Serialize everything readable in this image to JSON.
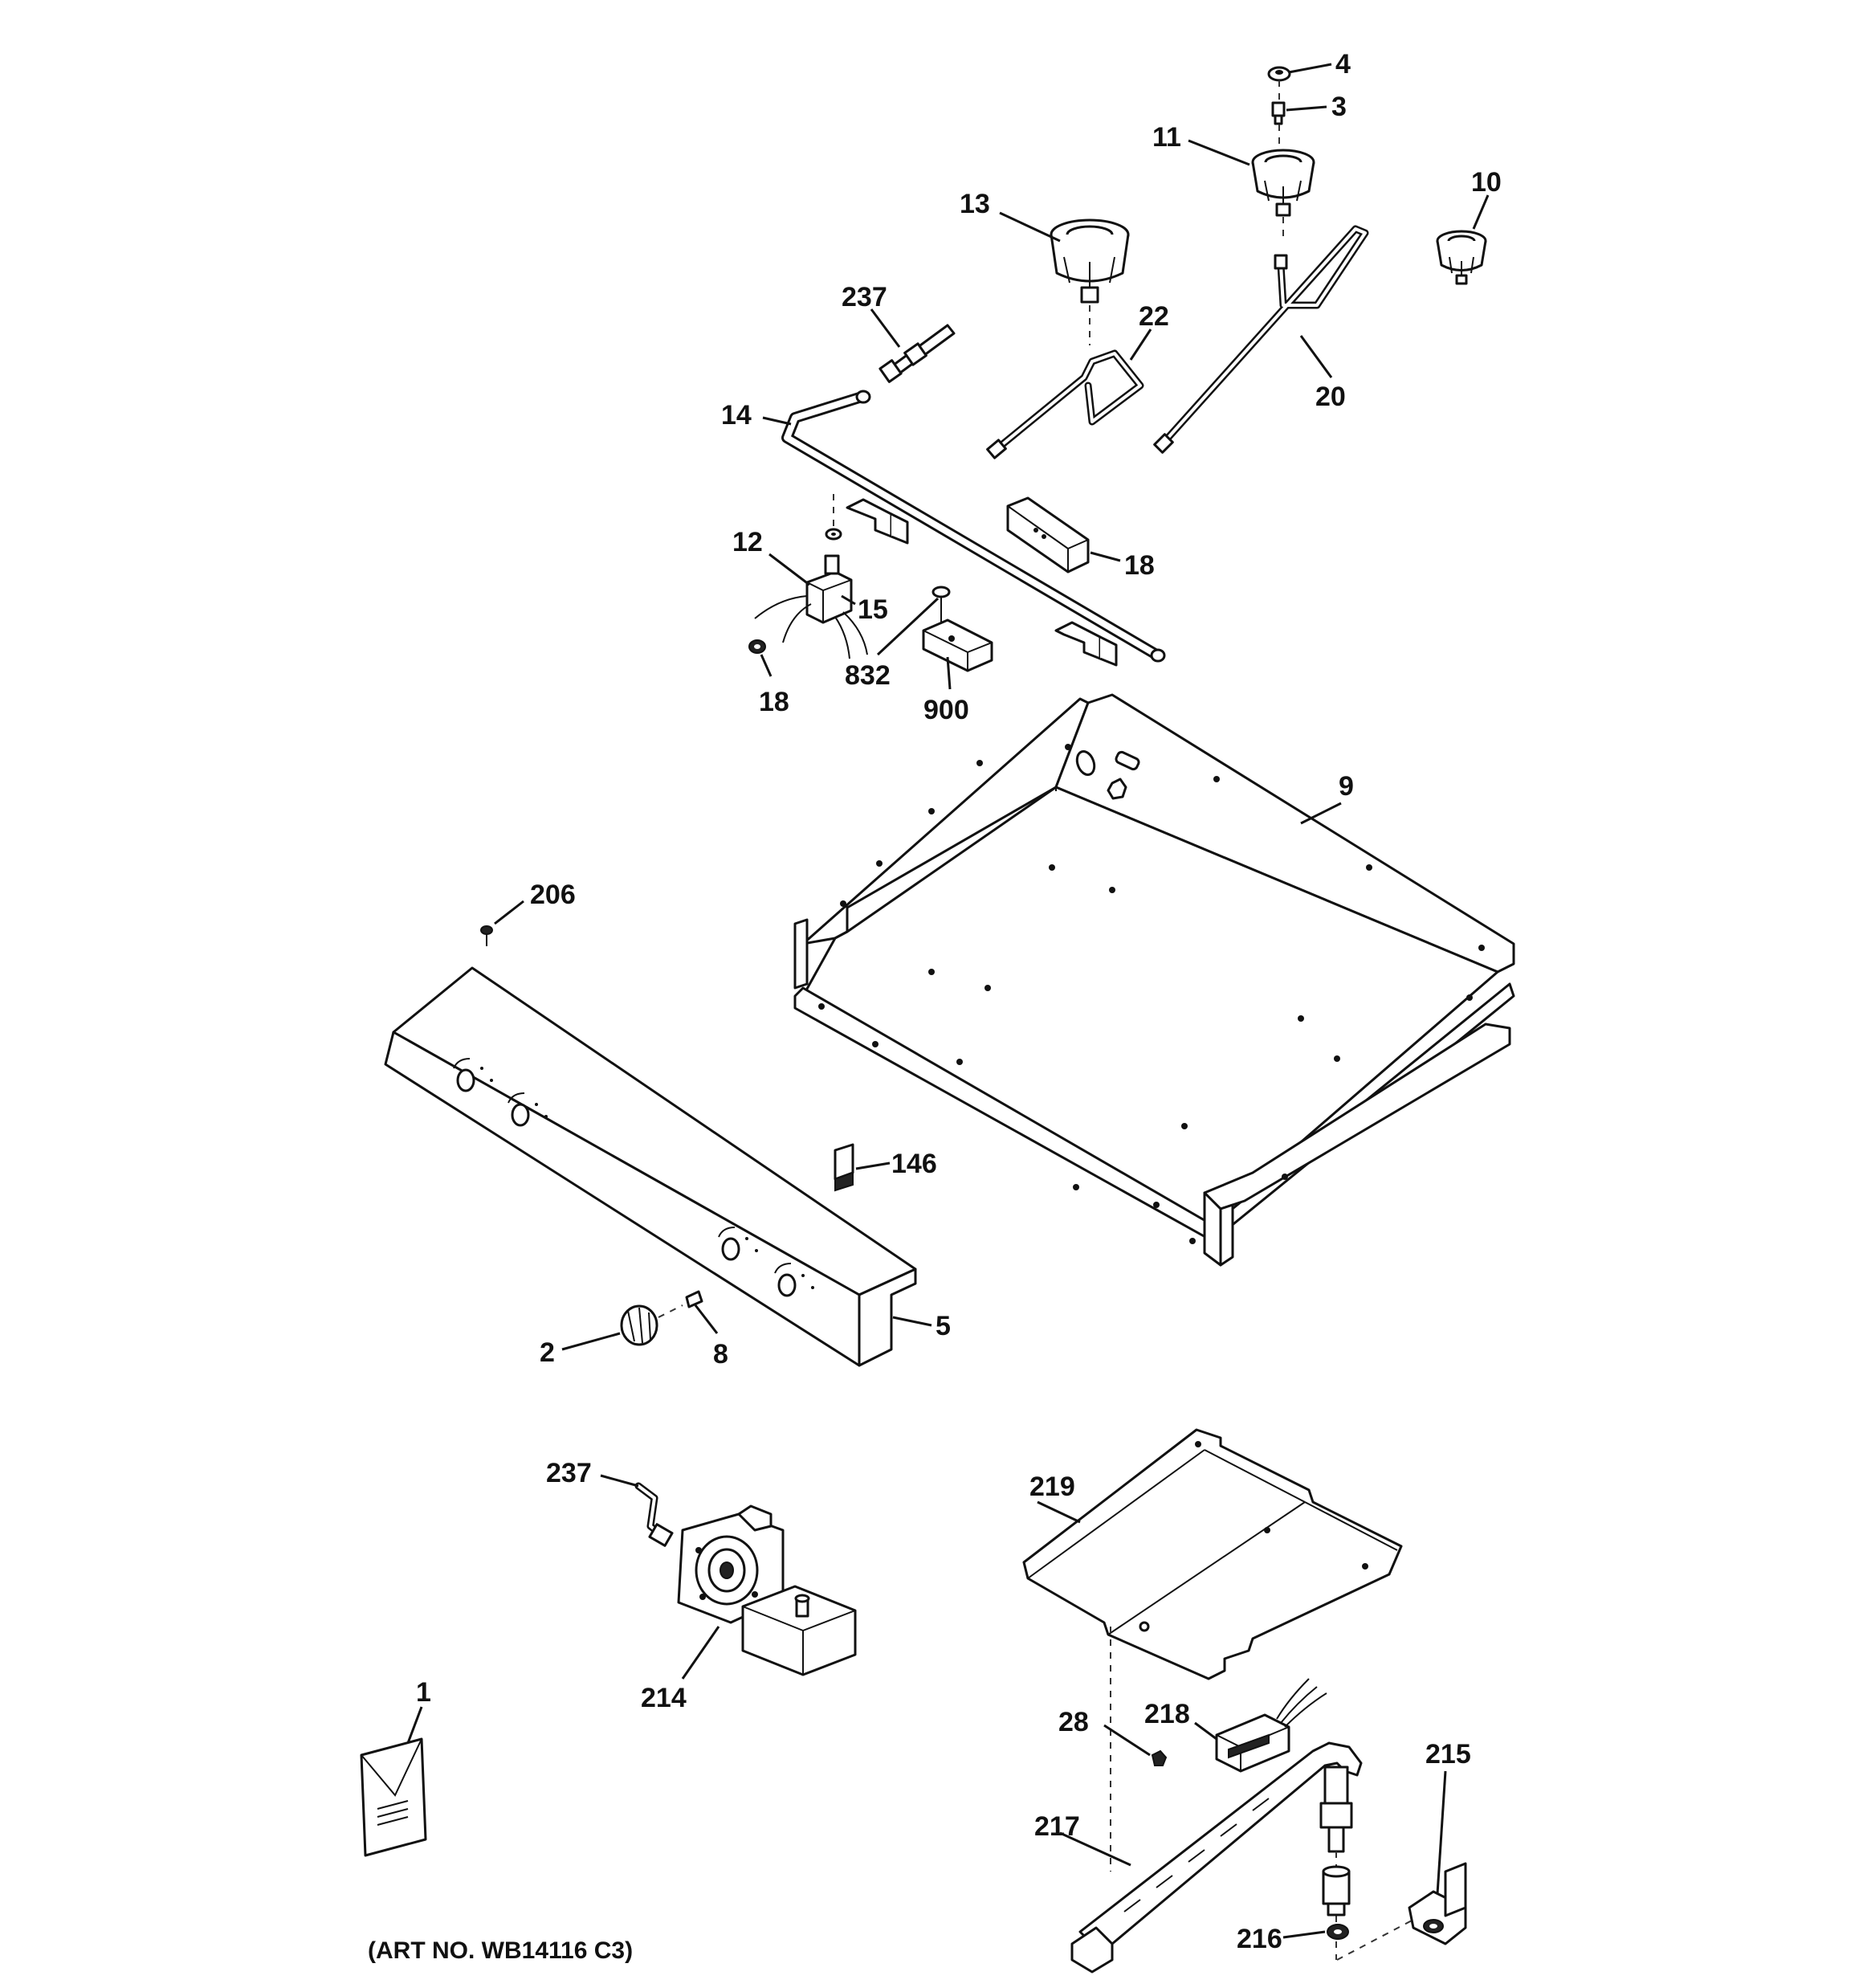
{
  "caption": "(ART NO. WB14116 C3)",
  "labels": {
    "p4": "4",
    "p3": "3",
    "p11": "11",
    "p10": "10",
    "p13": "13",
    "p237_top": "237",
    "p22": "22",
    "p20": "20",
    "p14": "14",
    "p12": "12",
    "p15": "15",
    "p18_bracket": "18",
    "p18_nut": "18",
    "p832": "832",
    "p900": "900",
    "p9": "9",
    "p206": "206",
    "p146": "146",
    "p5": "5",
    "p2": "2",
    "p8": "8",
    "p237_bottom": "237",
    "p214": "214",
    "p219": "219",
    "p1": "1",
    "p28": "28",
    "p218": "218",
    "p215": "215",
    "p217": "217",
    "p216": "216"
  }
}
